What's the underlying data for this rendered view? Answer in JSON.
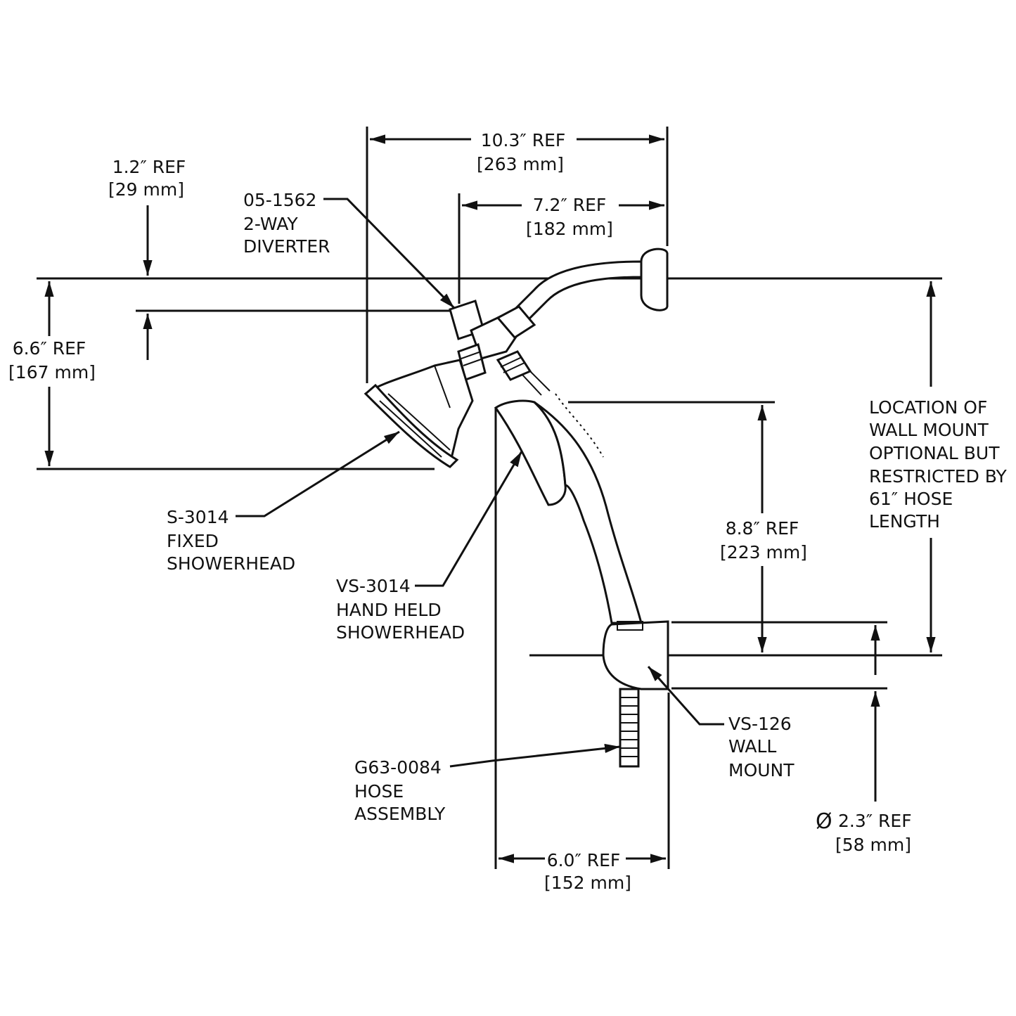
{
  "dimensions": {
    "d_10_3": {
      "line1": "10.3″ REF",
      "line2": "[263 mm]"
    },
    "d_7_2": {
      "line1": "7.2″ REF",
      "line2": "[182 mm]"
    },
    "d_1_2": {
      "line1": "1.2″ REF",
      "line2": "[29 mm]"
    },
    "d_6_6": {
      "line1": "6.6″ REF",
      "line2": "[167 mm]"
    },
    "d_8_8": {
      "line1": "8.8″ REF",
      "line2": "[223 mm]"
    },
    "d_6_0": {
      "line1": "6.0″ REF",
      "line2": "[152 mm]"
    },
    "d_2_3": {
      "symbol": "Ø",
      "line1": "2.3″ REF",
      "line2": "[58 mm]"
    }
  },
  "callouts": {
    "diverter": [
      "05-1562",
      "2-WAY",
      "DIVERTER"
    ],
    "fixed_showerhead": [
      "S-3014",
      "FIXED",
      "SHOWERHEAD"
    ],
    "hand_held": [
      "VS-3014",
      "HAND HELD",
      "SHOWERHEAD"
    ],
    "hose": [
      "G63-0084",
      "HOSE",
      "ASSEMBLY"
    ],
    "wall_mount": [
      "VS-126",
      "WALL",
      "MOUNT"
    ],
    "location_note": [
      "LOCATION OF",
      "WALL MOUNT",
      "OPTIONAL BUT",
      "RESTRICTED BY",
      "61″ HOSE",
      "LENGTH"
    ]
  },
  "colors": {
    "ink": "#111111",
    "paper": "#ffffff"
  }
}
